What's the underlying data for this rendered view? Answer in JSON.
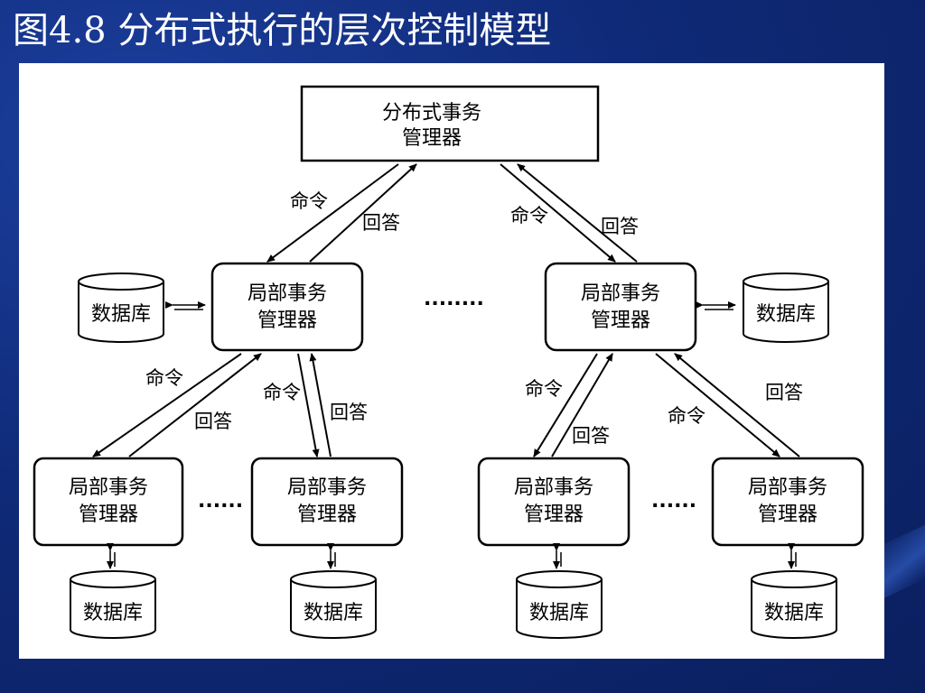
{
  "slide": {
    "title": "图4.8 分布式执行的层次控制模型"
  },
  "diagram": {
    "top_manager": {
      "line1": "分布式事务",
      "line2": "管理器"
    },
    "local_manager": {
      "line1": "局部事务",
      "line2": "管理器"
    },
    "database_label": "数据库",
    "command_label": "命令",
    "reply_label": "回答",
    "ellipsis_long": "........",
    "ellipsis_short": "......"
  },
  "colors": {
    "background": "#0f2a78",
    "panel": "#ffffff",
    "ink": "#000000",
    "title_text": "#ffffff"
  }
}
